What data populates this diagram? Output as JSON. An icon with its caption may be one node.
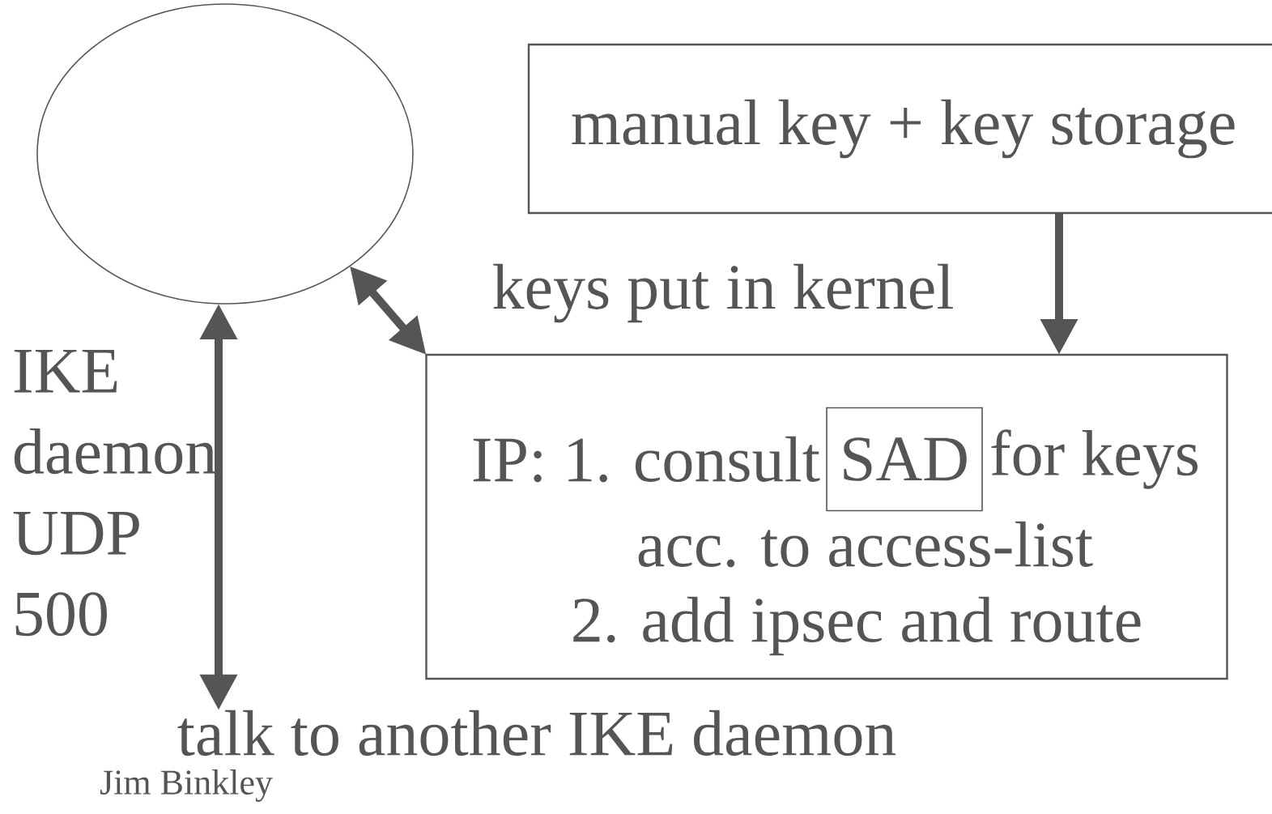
{
  "diagram": {
    "nodes": [
      {
        "text": [],
        "shape": "circle"
      },
      {
        "text": [
          "manual key + key storage"
        ]
      },
      {
        "text": [
          "IP: 1. consult",
          "for keys",
          "acc. to access-list",
          "2. add ipsec and route"
        ]
      },
      {
        "text": [
          "SAD"
        ],
        "in": 2
      },
      {
        "text": [
          "talk to another IKE daemon"
        ]
      }
    ],
    "edges": [
      {
        "from": 0,
        "to": 2,
        "arrow": "both"
      },
      {
        "from": 1,
        "to": 2,
        "arrow": "to"
      },
      {
        "from": 0,
        "to": 4,
        "arrow": "both"
      }
    ],
    "labels": [
      "keys put in kernel",
      "IKE daemon UDP 500",
      "Jim Binkley"
    ]
  }
}
